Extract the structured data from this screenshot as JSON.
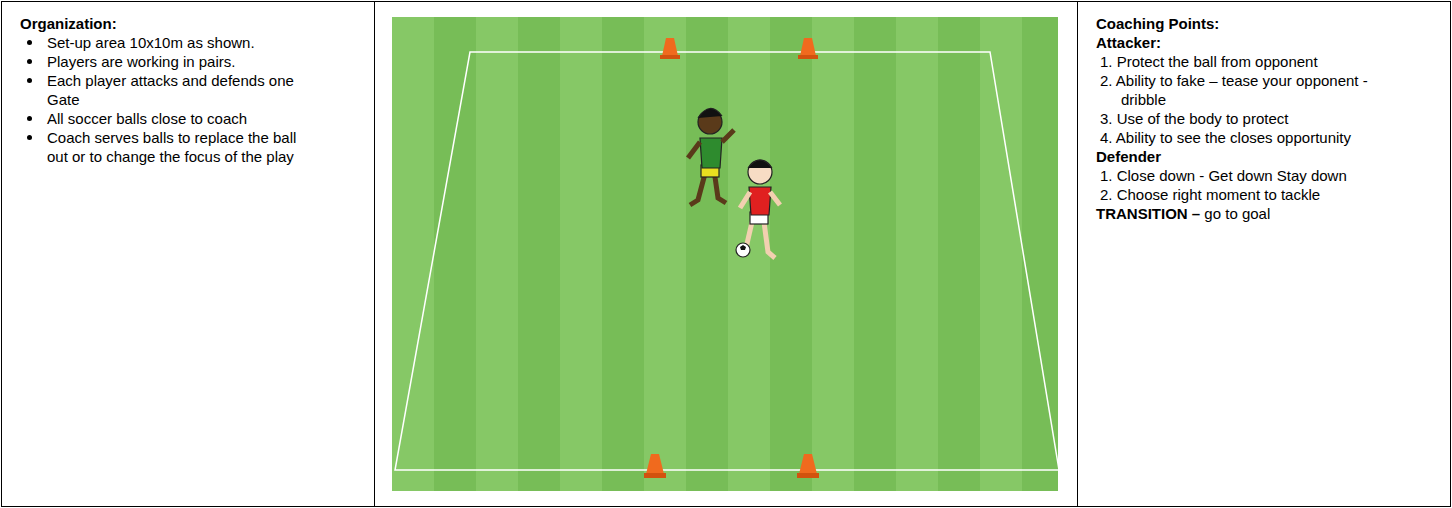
{
  "diagram": {
    "nodes": [
      {
        "text": [
          "Organization:",
          "Set-up area 10x10m as shown.",
          "Players are working in pairs.",
          "Each player attacks and defends one Gate",
          "All soccer balls close to coach",
          "Coach serves balls to replace the ball out or to change the focus of the play"
        ]
      },
      {
        "text": [
          "Coaching Points:",
          "Attacker:",
          "1. Protect the ball from opponent",
          "2. Ability to fake – tease your opponent - dribble",
          "3. Use of the body to protect",
          "4. Ability to see the closes opportunity",
          "Defender",
          "1. Close down - Get down Stay down",
          "2. Choose right moment to tackle",
          "TRANSITION –",
          "go to goal"
        ]
      }
    ]
  }
}
